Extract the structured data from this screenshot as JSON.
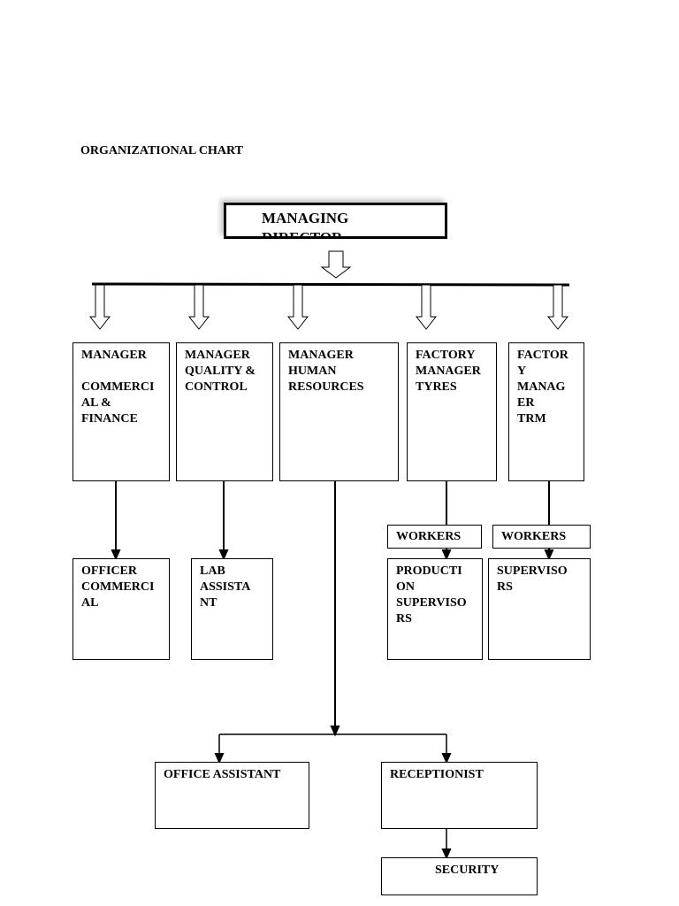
{
  "title": "ORGANIZATIONAL CHART",
  "nodes": {
    "managing_director": "MANAGING\nDIRECTOR",
    "commercial_finance": "MANAGER\n\nCOMMERCI\nAL &\nFINANCE",
    "quality_control": "MANAGER\nQUALITY &\nCONTROL",
    "human_resources": "MANAGER\nHUMAN\nRESOURCES",
    "factory_tyres": "FACTORY\nMANAGER\nTYRES",
    "factory_trm": "FACTOR\nY\nMANAG\nER\nTRM",
    "workers_1": "WORKERS",
    "workers_2": "WORKERS",
    "officer_commercial": "OFFICER\nCOMMERCI\nAL",
    "lab_assistant": "LAB\nASSISTA\nNT",
    "production_supervisors": "PRODUCTI\nON\nSUPERVISO\nRS",
    "supervisors": "SUPERVISO\nRS",
    "office_assistant": "OFFICE ASSISTANT",
    "receptionist": "RECEPTIONIST",
    "security": "SECURITY"
  }
}
